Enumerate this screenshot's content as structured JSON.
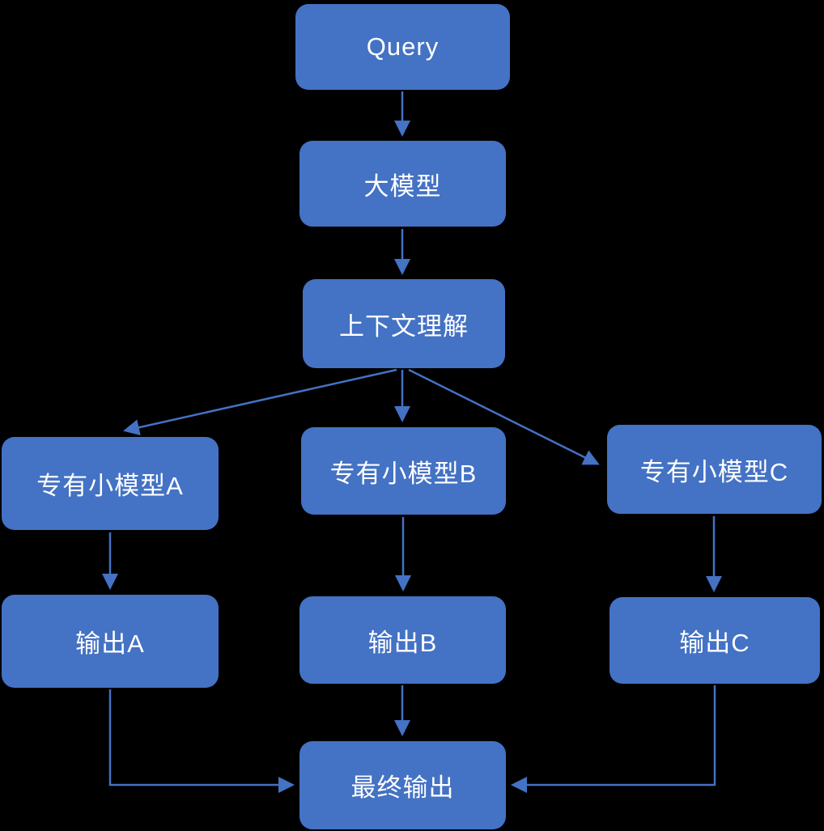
{
  "diagram": {
    "type": "flowchart",
    "background_color": "#000000",
    "node_fill_color": "#4472C4",
    "node_text_color": "#FFFFFF",
    "edge_color": "#4472C4",
    "nodes": {
      "query": {
        "label": "Query"
      },
      "large_model": {
        "label": "大模型"
      },
      "context_understanding": {
        "label": "上下文理解"
      },
      "small_model_a": {
        "label": "专有小模型A"
      },
      "small_model_b": {
        "label": "专有小模型B"
      },
      "small_model_c": {
        "label": "专有小模型C"
      },
      "output_a": {
        "label": "输出A"
      },
      "output_b": {
        "label": "输出B"
      },
      "output_c": {
        "label": "输出C"
      },
      "final_output": {
        "label": "最终输出"
      }
    },
    "edges": [
      {
        "from": "Query",
        "to": "大模型"
      },
      {
        "from": "大模型",
        "to": "上下文理解"
      },
      {
        "from": "上下文理解",
        "to": "专有小模型A"
      },
      {
        "from": "上下文理解",
        "to": "专有小模型B"
      },
      {
        "from": "上下文理解",
        "to": "专有小模型C"
      },
      {
        "from": "专有小模型A",
        "to": "输出A"
      },
      {
        "from": "专有小模型B",
        "to": "输出B"
      },
      {
        "from": "专有小模型C",
        "to": "输出C"
      },
      {
        "from": "输出A",
        "to": "最终输出"
      },
      {
        "from": "输出B",
        "to": "最终输出"
      },
      {
        "from": "输出C",
        "to": "最终输出"
      }
    ]
  }
}
